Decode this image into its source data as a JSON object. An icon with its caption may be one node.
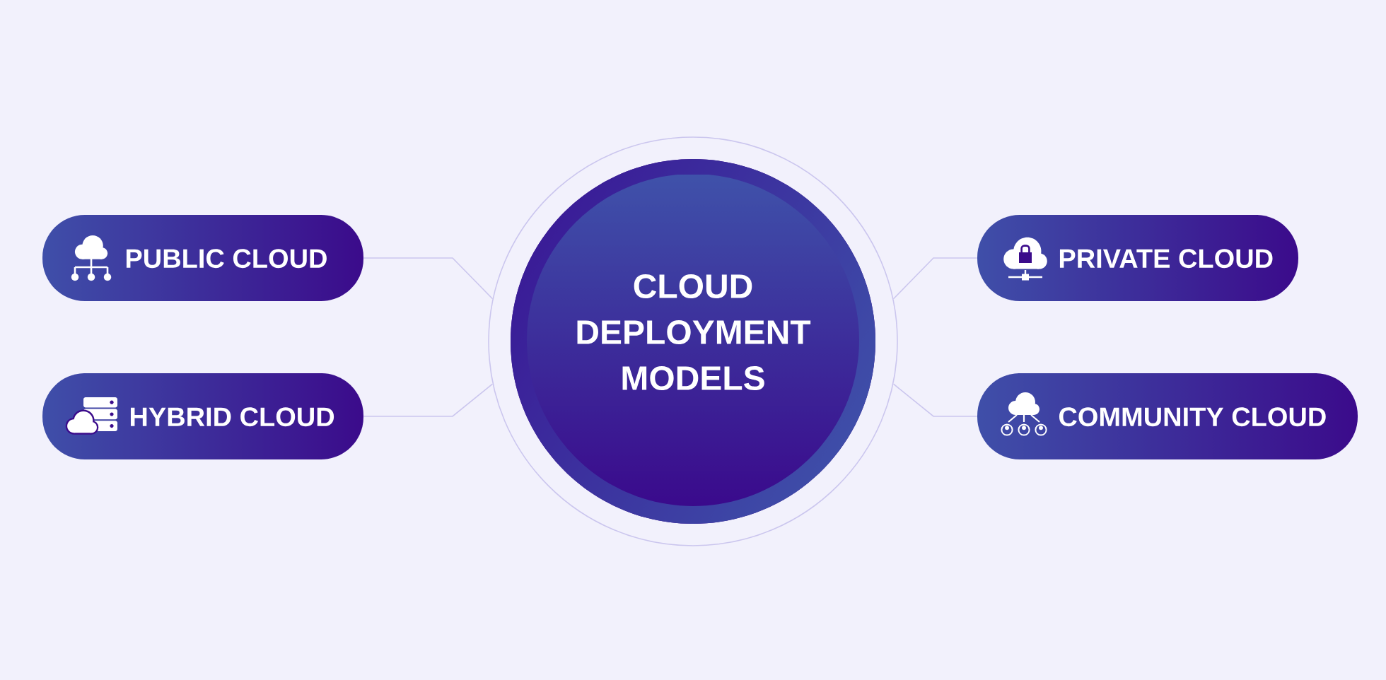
{
  "diagram": {
    "nodes": [
      {
        "text": [
          "CLOUD DEPLOYMENT MODELS"
        ]
      },
      {
        "text": [
          "PUBLIC CLOUD"
        ]
      },
      {
        "text": [
          "HYBRID CLOUD"
        ]
      },
      {
        "text": [
          "PRIVATE CLOUD"
        ]
      },
      {
        "text": [
          "COMMUNITY CLOUD"
        ]
      }
    ],
    "edges": [
      {
        "from": 0,
        "to": 1,
        "arrow": "none"
      },
      {
        "from": 0,
        "to": 2,
        "arrow": "none"
      },
      {
        "from": 0,
        "to": 3,
        "arrow": "none"
      },
      {
        "from": 0,
        "to": 4,
        "arrow": "none"
      }
    ]
  }
}
